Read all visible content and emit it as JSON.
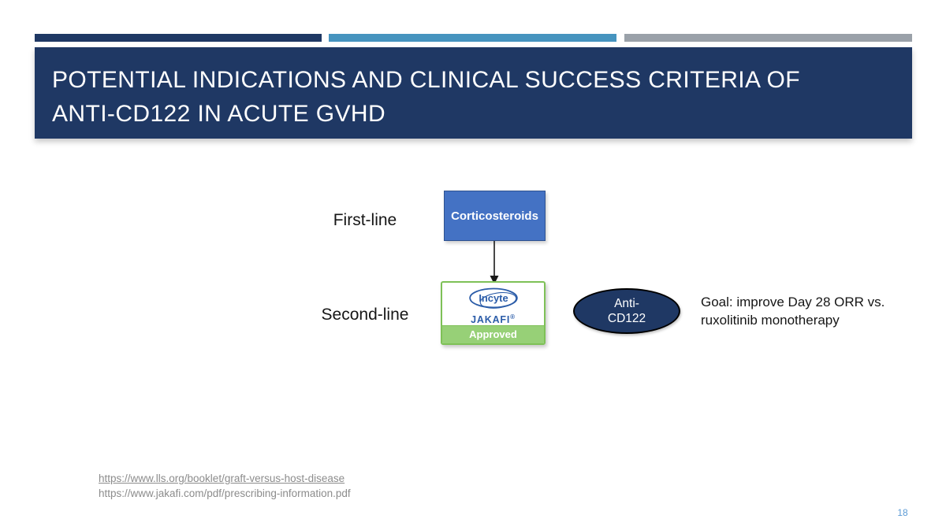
{
  "slide": {
    "title_lines": [
      "POTENTIAL INDICATIONS AND CLINICAL SUCCESS CRITERIA OF",
      "ANTI-CD122 IN ACUTE GVHD"
    ],
    "page_number": "18"
  },
  "diagram": {
    "first_line_label": "First-line",
    "second_line_label": "Second-line",
    "corticosteroids_label": "Corticosteroids",
    "incyte_logo_text": "Incyte",
    "jakafi_label": "JAKAFI",
    "registered_mark": "®",
    "approved_label": "Approved",
    "ellipse_line1": "Anti-",
    "ellipse_line2": "CD122",
    "goal_text": "Goal: improve Day 28 ORR vs. ruxolitinib monotherapy"
  },
  "footer": {
    "links": [
      "https://www.lls.org/booklet/graft-versus-host-disease",
      "https://www.jakafi.com/pdf/prescribing-information.pdf"
    ]
  },
  "colors": {
    "navy": "#1F3864",
    "teal_accent": "#4694BF",
    "gray_accent": "#9AA1A9",
    "box_blue": "#4472C4",
    "box_blue_border": "#2F528F",
    "green_border": "#7EC157",
    "green_fill": "#97D077",
    "incyte_blue": "#2B5CA8",
    "page_number_blue": "#5B9BD5",
    "link_gray": "#8C8C8C"
  }
}
